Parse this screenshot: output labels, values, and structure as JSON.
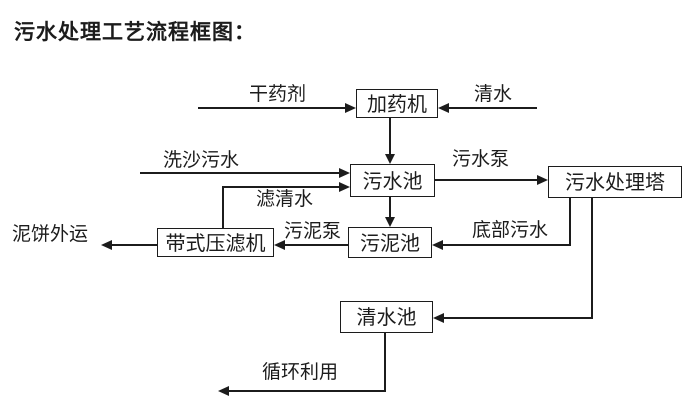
{
  "title": "污水处理工艺流程框图：",
  "colors": {
    "ink": "#1c1c1c",
    "background": "#ffffff"
  },
  "flowchart": {
    "nodes": {
      "dosing_machine": "加药机",
      "sewage_pool": "污水池",
      "sewage_treatment_tower": "污水处理塔",
      "sludge_pool": "污泥池",
      "belt_filter_press": "带式压滤机",
      "clean_water_pool": "清水池"
    },
    "flow_labels": {
      "dry_chemical": "干药剂",
      "clean_water": "清水",
      "sand_washing_sewage": "洗沙污水",
      "filtered_water": "滤清水",
      "sewage_pump": "污水泵",
      "sludge_pump": "污泥泵",
      "bottom_sewage": "底部污水",
      "mud_cake_transport": "泥饼外运",
      "recycling": "循环利用"
    }
  }
}
